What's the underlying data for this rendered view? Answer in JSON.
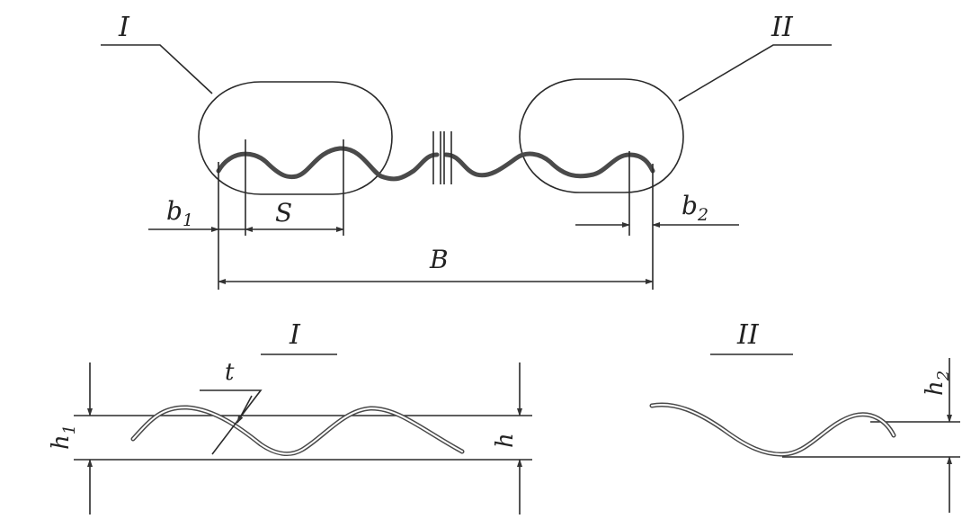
{
  "callouts": {
    "section_1": "I",
    "section_2": "II"
  },
  "dimensions": {
    "b1_base": "b",
    "b1_sub": "1",
    "b2_base": "b",
    "b2_sub": "2",
    "pitch": "S",
    "width": "B",
    "thickness": "t",
    "height": "h",
    "h1_base": "h",
    "h1_sub": "1",
    "h2_base": "h",
    "h2_sub": "2"
  },
  "details": {
    "detail_1_title": "I",
    "detail_2_title": "II"
  },
  "colors": {
    "line": "#2a2a2a",
    "profile": "#4a4a4a",
    "background": "#ffffff"
  }
}
